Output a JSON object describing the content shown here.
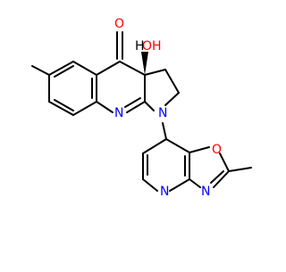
{
  "molecule": {
    "atom_labels": {
      "o_carbonyl": "O",
      "oh_group": "OH",
      "h_stereo": "H",
      "n_quinoline": "N",
      "n_pyrrolidine": "N",
      "n_pyridine": "N",
      "n_oxazole": "N",
      "o_oxazole": "O"
    },
    "colors": {
      "bond": "#000000",
      "oxygen": "#ff0000",
      "nitrogen": "#0000ff",
      "carbon_label": "#000000",
      "background": "#ffffff"
    }
  }
}
